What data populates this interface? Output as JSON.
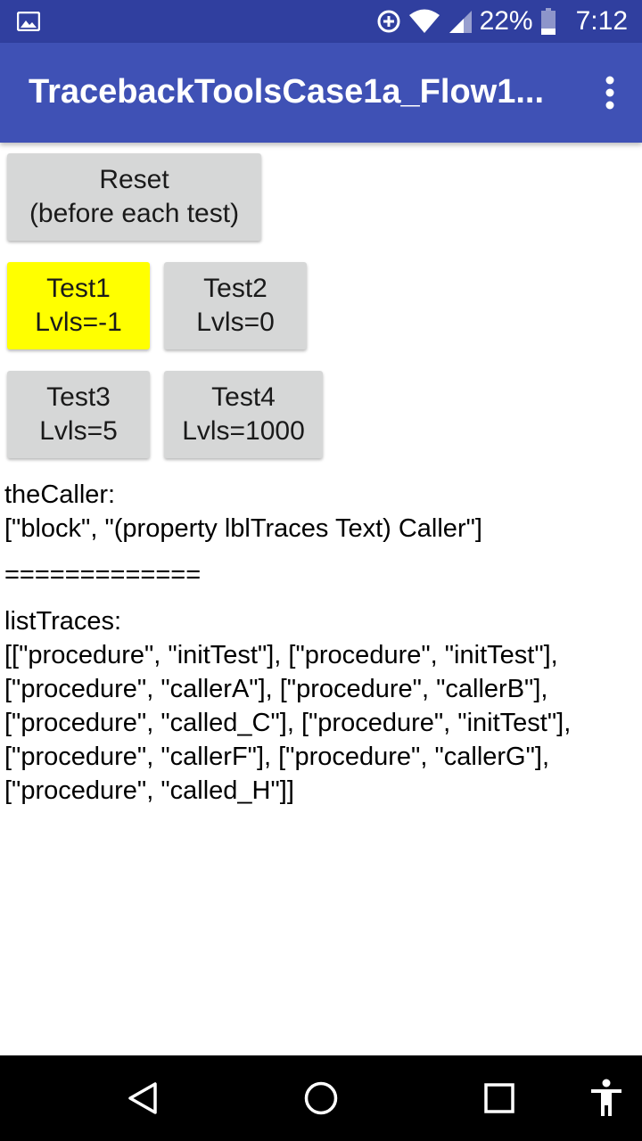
{
  "status_bar": {
    "battery_percent": "22%",
    "time": "7:12",
    "icons": [
      "image-icon",
      "data-saver-icon",
      "wifi-icon",
      "signal-icon",
      "battery-icon"
    ]
  },
  "app_bar": {
    "title": "TracebackToolsCase1a_Flow1...",
    "overflow_icon": "more-vert-icon"
  },
  "buttons": {
    "reset": {
      "line1": "Reset",
      "line2": "(before each test)"
    },
    "test1": {
      "line1": "Test1",
      "line2": "Lvls=-1",
      "color": "#ffff00"
    },
    "test2": {
      "line1": "Test2",
      "line2": "Lvls=0"
    },
    "test3": {
      "line1": "Test3",
      "line2": "Lvls=5"
    },
    "test4": {
      "line1": "Test4",
      "line2": "Lvls=1000"
    }
  },
  "output": {
    "caller_label": "theCaller:",
    "caller_value": "[\"block\", \"(property lblTraces Text) Caller\"]",
    "separator": "=============",
    "traces_label": "listTraces:",
    "traces_lines": [
      "[[\"procedure\", \"initTest\"], [\"procedure\", \"initTest\"],",
      "[\"procedure\", \"callerA\"], [\"procedure\", \"callerB\"],",
      "[\"procedure\", \"called_C\"], [\"procedure\", \"initTest\"],",
      "[\"procedure\", \"callerF\"], [\"procedure\", \"callerG\"],",
      "[\"procedure\", \"called_H\"]]"
    ]
  },
  "nav_bar": {
    "icons": [
      "back-icon",
      "home-icon",
      "recents-icon",
      "accessibility-icon"
    ]
  }
}
